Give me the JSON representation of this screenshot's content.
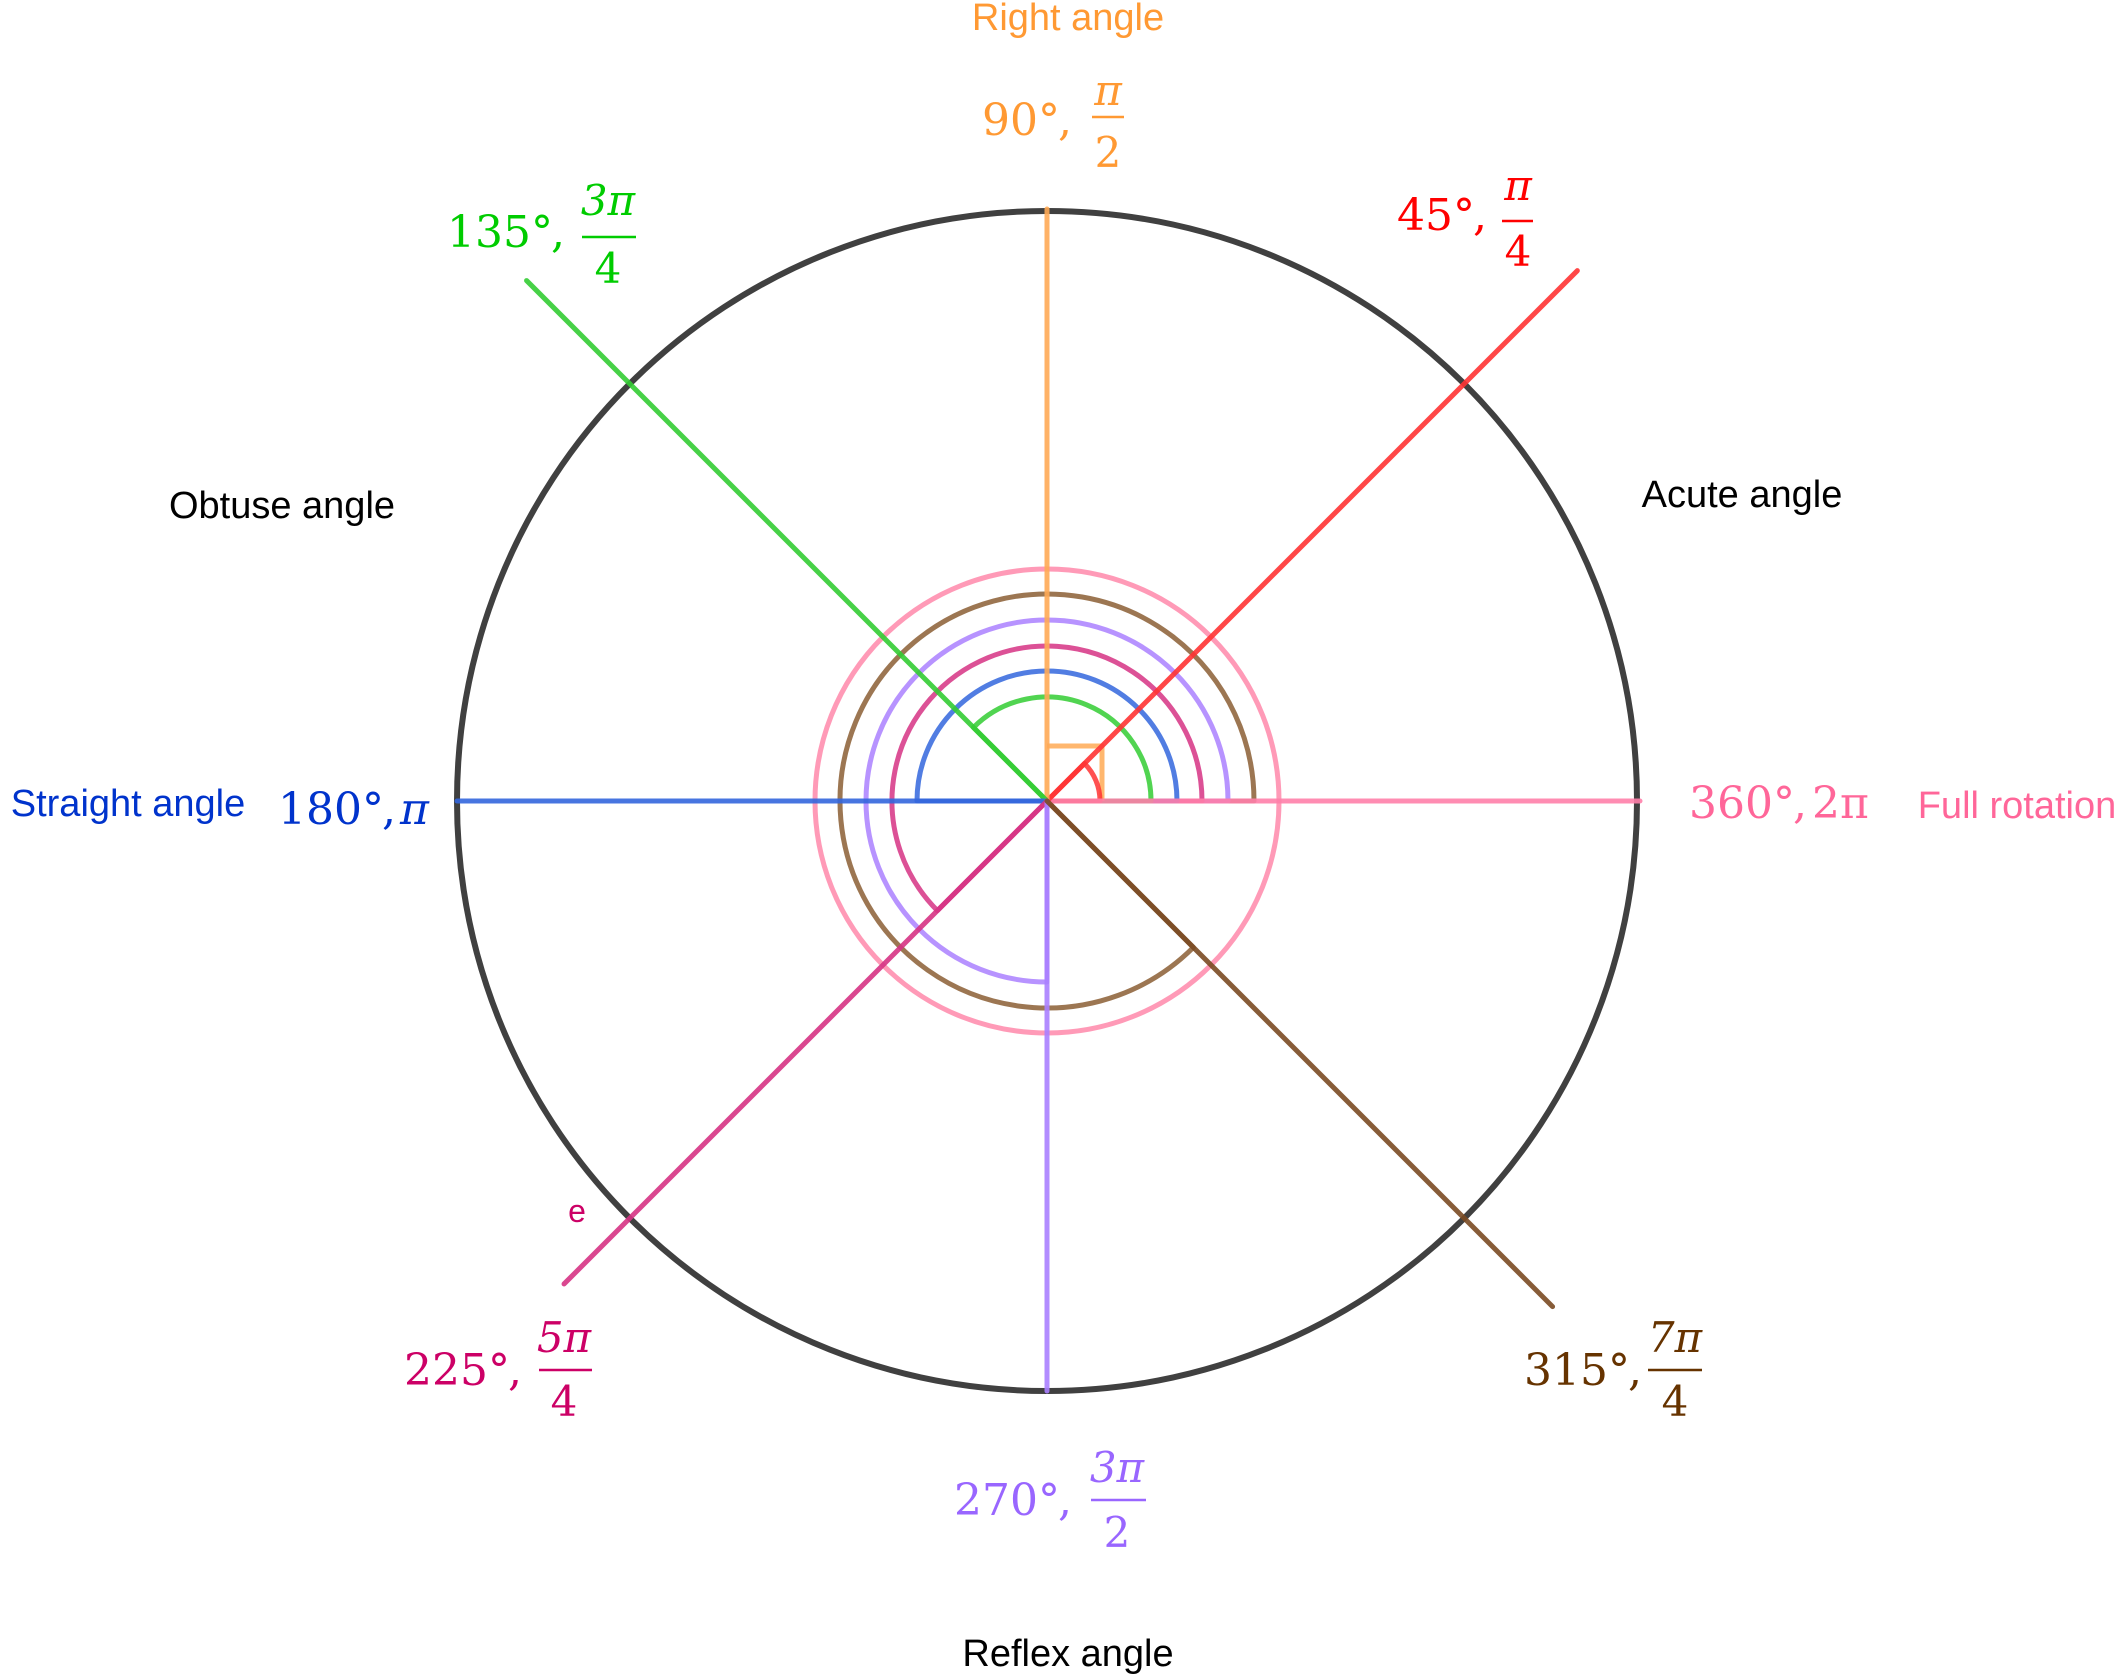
{
  "title": "Types of angles",
  "outer_circle_color": "#404040",
  "angle_types": [
    {
      "key": "acute",
      "name": "Acute angle",
      "color": "#000000"
    },
    {
      "key": "right",
      "name": "Right angle",
      "color": "#ff9933"
    },
    {
      "key": "obtuse",
      "name": "Obtuse angle",
      "color": "#000000"
    },
    {
      "key": "straight",
      "name": "Straight angle",
      "color": "#0033cc"
    },
    {
      "key": "reflex",
      "name": "Reflex angle",
      "color": "#000000"
    },
    {
      "key": "full",
      "name": "Full rotation",
      "color": "#ff6699"
    }
  ],
  "rays": [
    {
      "degrees": 0,
      "degree_label": "360°",
      "radian_num": "2π",
      "radian_den": "",
      "color": "#ff80aa",
      "text_color": "#ff6699"
    },
    {
      "degrees": 45,
      "degree_label": "45°",
      "radian_num": "π",
      "radian_den": "4",
      "color": "#ff3333",
      "text_color": "#ff0000"
    },
    {
      "degrees": 90,
      "degree_label": "90°",
      "radian_num": "π",
      "radian_den": "2",
      "color": "#ffaa55",
      "text_color": "#ff9933"
    },
    {
      "degrees": 135,
      "degree_label": "135°",
      "radian_num": "3π",
      "radian_den": "4",
      "color": "#33cc33",
      "text_color": "#00cc00"
    },
    {
      "degrees": 180,
      "degree_label": "180°",
      "radian_num": "π",
      "radian_den": "",
      "color": "#3366dd",
      "text_color": "#0033cc"
    },
    {
      "degrees": 225,
      "degree_label": "225°",
      "radian_num": "5π",
      "radian_den": "4",
      "color": "#d63384",
      "text_color": "#cc0066"
    },
    {
      "degrees": 270,
      "degree_label": "270°",
      "radian_num": "3π",
      "radian_den": "2",
      "color": "#aa80ff",
      "text_color": "#9966ff"
    },
    {
      "degrees": 315,
      "degree_label": "315°",
      "radian_num": "7π",
      "radian_den": "4",
      "color": "#7a4a22",
      "text_color": "#663300"
    }
  ],
  "arcs": [
    {
      "angle": 45,
      "color": "#ff3333"
    },
    {
      "angle": 90,
      "color": "#ffaa55",
      "marker": "right-angle-square"
    },
    {
      "angle": 135,
      "color": "#33cc33"
    },
    {
      "angle": 180,
      "color": "#3366dd"
    },
    {
      "angle": 225,
      "color": "#d63384"
    },
    {
      "angle": 270,
      "color": "#aa80ff"
    },
    {
      "angle": 315,
      "color": "#8b5e34"
    },
    {
      "angle": 360,
      "color": "#ff88aa"
    }
  ],
  "stray_label": {
    "text": "e",
    "color": "#cc0066"
  }
}
